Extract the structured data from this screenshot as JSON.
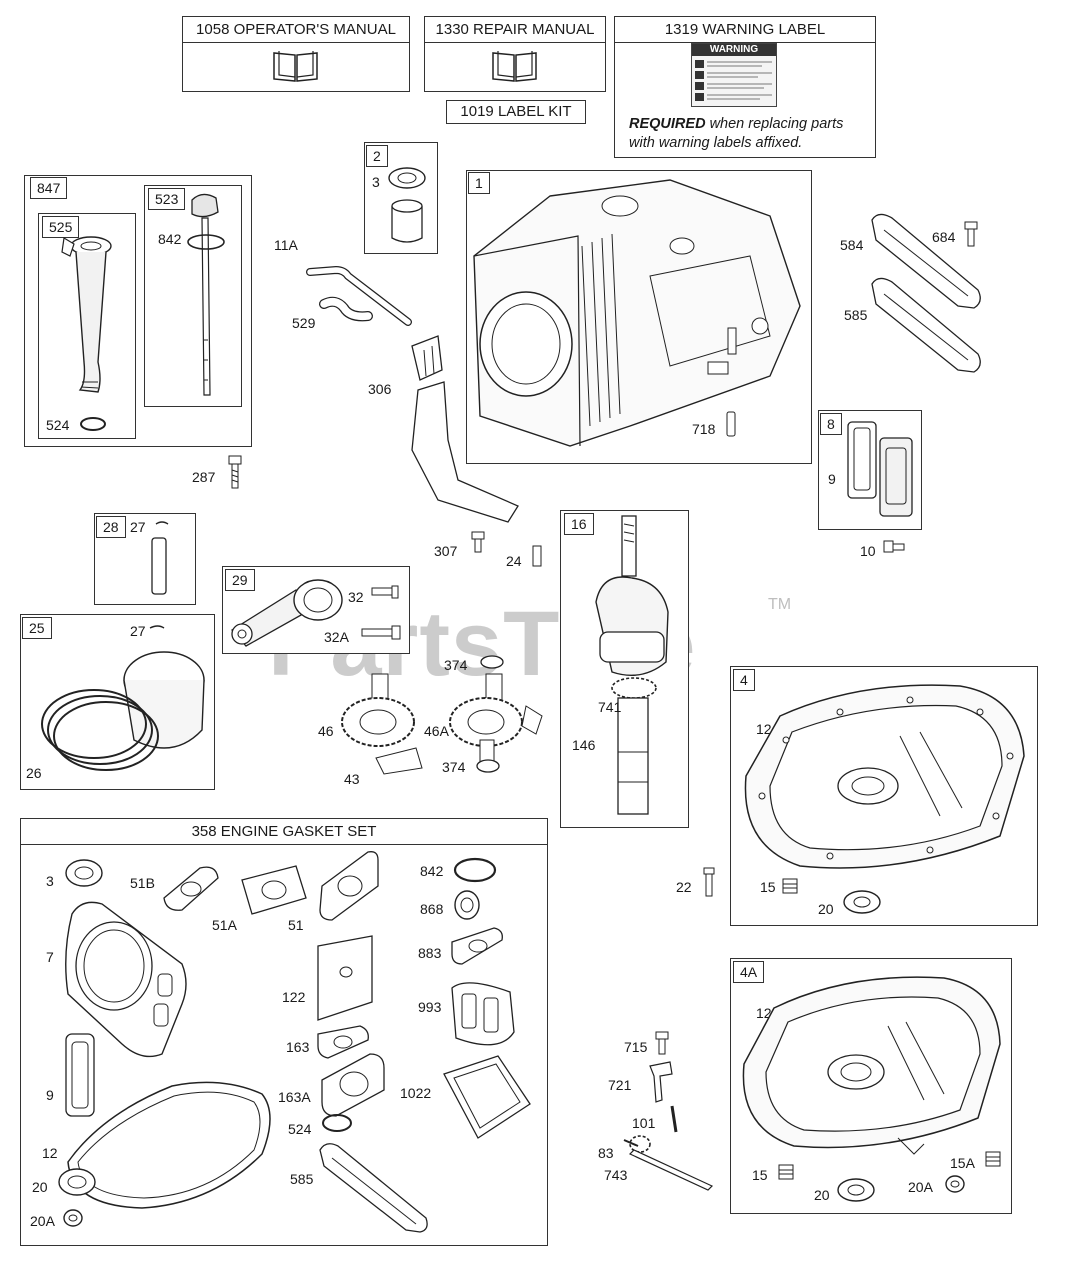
{
  "manuals": {
    "operator": "1058 OPERATOR'S MANUAL",
    "repair": "1330 REPAIR MANUAL",
    "label_kit": "1019 LABEL KIT",
    "warning_label": "1319 WARNING LABEL",
    "warning_text": "WARNING",
    "required_bold": "REQUIRED",
    "required_rest": "when replacing parts",
    "required_line2": "with warning labels affixed."
  },
  "watermark": {
    "text": "PartsTree",
    "tm": "TM"
  },
  "gasket_set": {
    "title": "358 ENGINE GASKET SET"
  },
  "boxes": {
    "b847": "847",
    "b525": "525",
    "b523": "523",
    "b2": "2",
    "b1": "1",
    "b8": "8",
    "b28": "28",
    "b29": "29",
    "b16": "16",
    "b25": "25",
    "b4": "4",
    "b4A": "4A"
  },
  "labels": {
    "l842a": "842",
    "l524a": "524",
    "l287": "287",
    "l3a": "3",
    "l11A": "11A",
    "l529": "529",
    "l306": "306",
    "l307": "307",
    "l24": "24",
    "l718": "718",
    "l584": "584",
    "l684": "684",
    "l585a": "585",
    "l9a": "9",
    "l10": "10",
    "l27a": "27",
    "l32": "32",
    "l32A": "32A",
    "l27b": "27",
    "l26": "26",
    "l374a": "374",
    "l46": "46",
    "l46A": "46A",
    "l43": "43",
    "l374b": "374",
    "l741": "741",
    "l146": "146",
    "l12a": "12",
    "l22": "22",
    "l15a": "15",
    "l20a": "20",
    "l3b": "3",
    "l51B": "51B",
    "l51A": "51A",
    "l51": "51",
    "l842b": "842",
    "l868": "868",
    "l883": "883",
    "l7": "7",
    "l122": "122",
    "l993": "993",
    "l163": "163",
    "l9b": "9",
    "l163A": "163A",
    "l1022": "1022",
    "l524b": "524",
    "l12b": "12",
    "l20b": "20",
    "l585b": "585",
    "l20Ab": "20A",
    "l715": "715",
    "l721": "721",
    "l101": "101",
    "l83": "83",
    "l743": "743",
    "l12c": "12",
    "l15b": "15",
    "l15A": "15A",
    "l20c": "20",
    "l20Ac": "20A"
  }
}
